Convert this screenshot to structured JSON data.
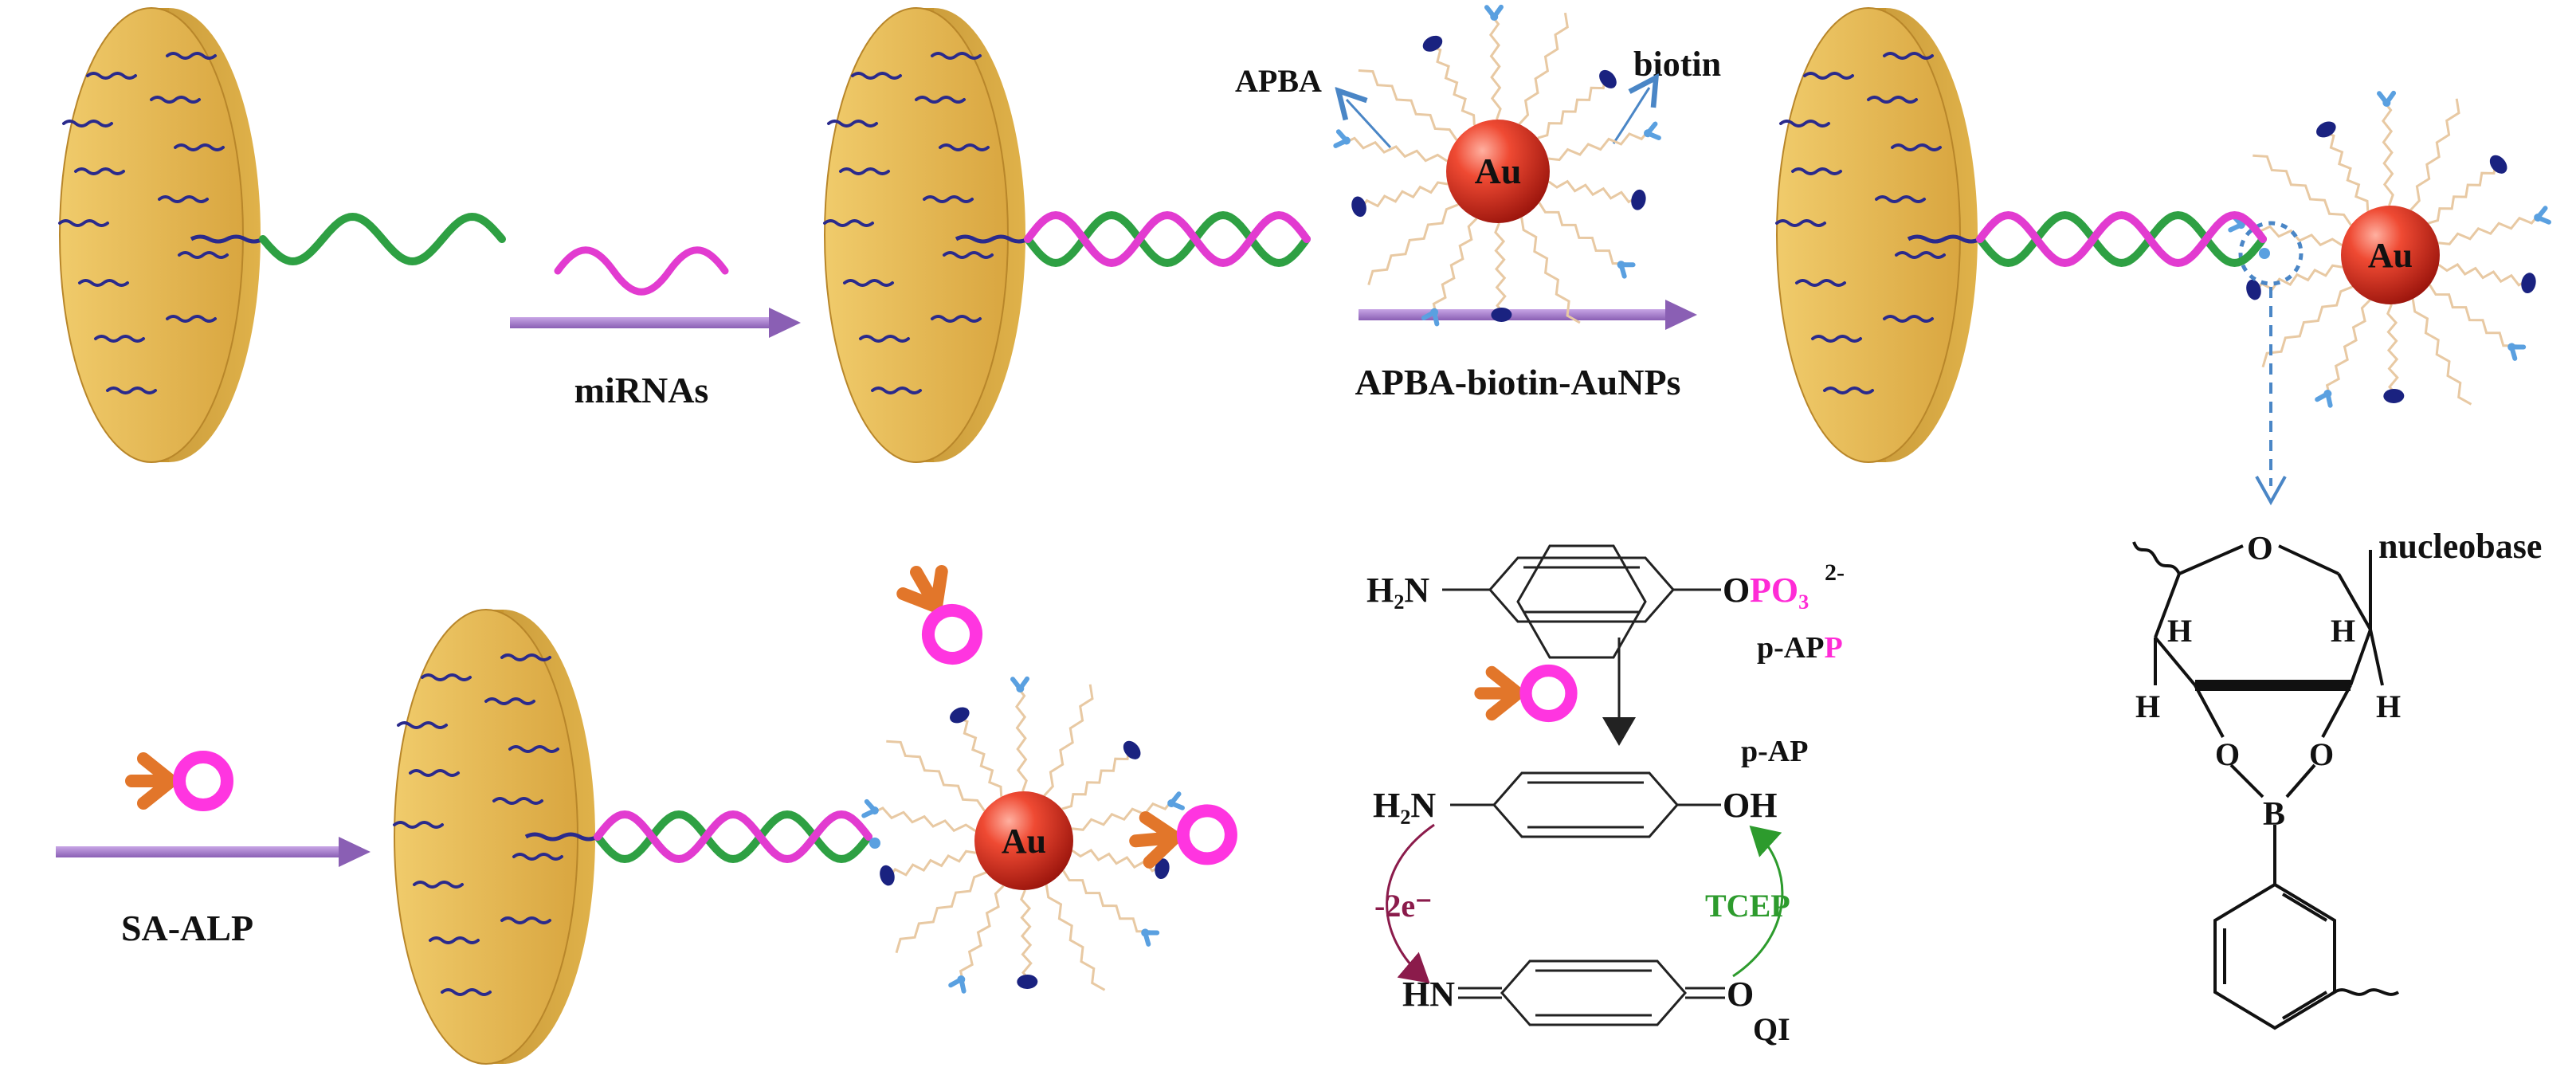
{
  "labels": {
    "mirnas": "miRNAs",
    "apba_biotin_aunps": "APBA-biotin-AuNPs",
    "sa_alp": "SA-ALP",
    "apba": "APBA",
    "biotin": "biotin",
    "au": "Au",
    "nucleobase": "nucleobase"
  },
  "chemistry": {
    "h2n": "H₂N",
    "opo3": "O",
    "po3": "PO₃",
    "charge": "2-",
    "p_app_prefix": "p-AP",
    "p_app_suffix": "P",
    "p_ap": "p-AP",
    "oh": "OH",
    "hn": "HN",
    "o": "O",
    "qi": "QI",
    "minus_2e": "-2e⁻",
    "tcep": "TCEP",
    "ring_o": "O",
    "h": "H",
    "b": "B"
  },
  "colors": {
    "gold": "#e0b24a",
    "gold_dark": "#b8862a",
    "arrow": "#a07ac4",
    "ssdna": "#2a2a8c",
    "strand_green": "#2ea043",
    "strand_magenta": "#e23bd0",
    "au_red": "#d22b1f",
    "ligand": "#e8c9a3",
    "apba_blue": "#5aa0e0",
    "biotin_navy": "#1a2280",
    "alp_orange": "#e2762a",
    "alp_pink": "#ff35e0",
    "callout": "#4a86c6"
  }
}
